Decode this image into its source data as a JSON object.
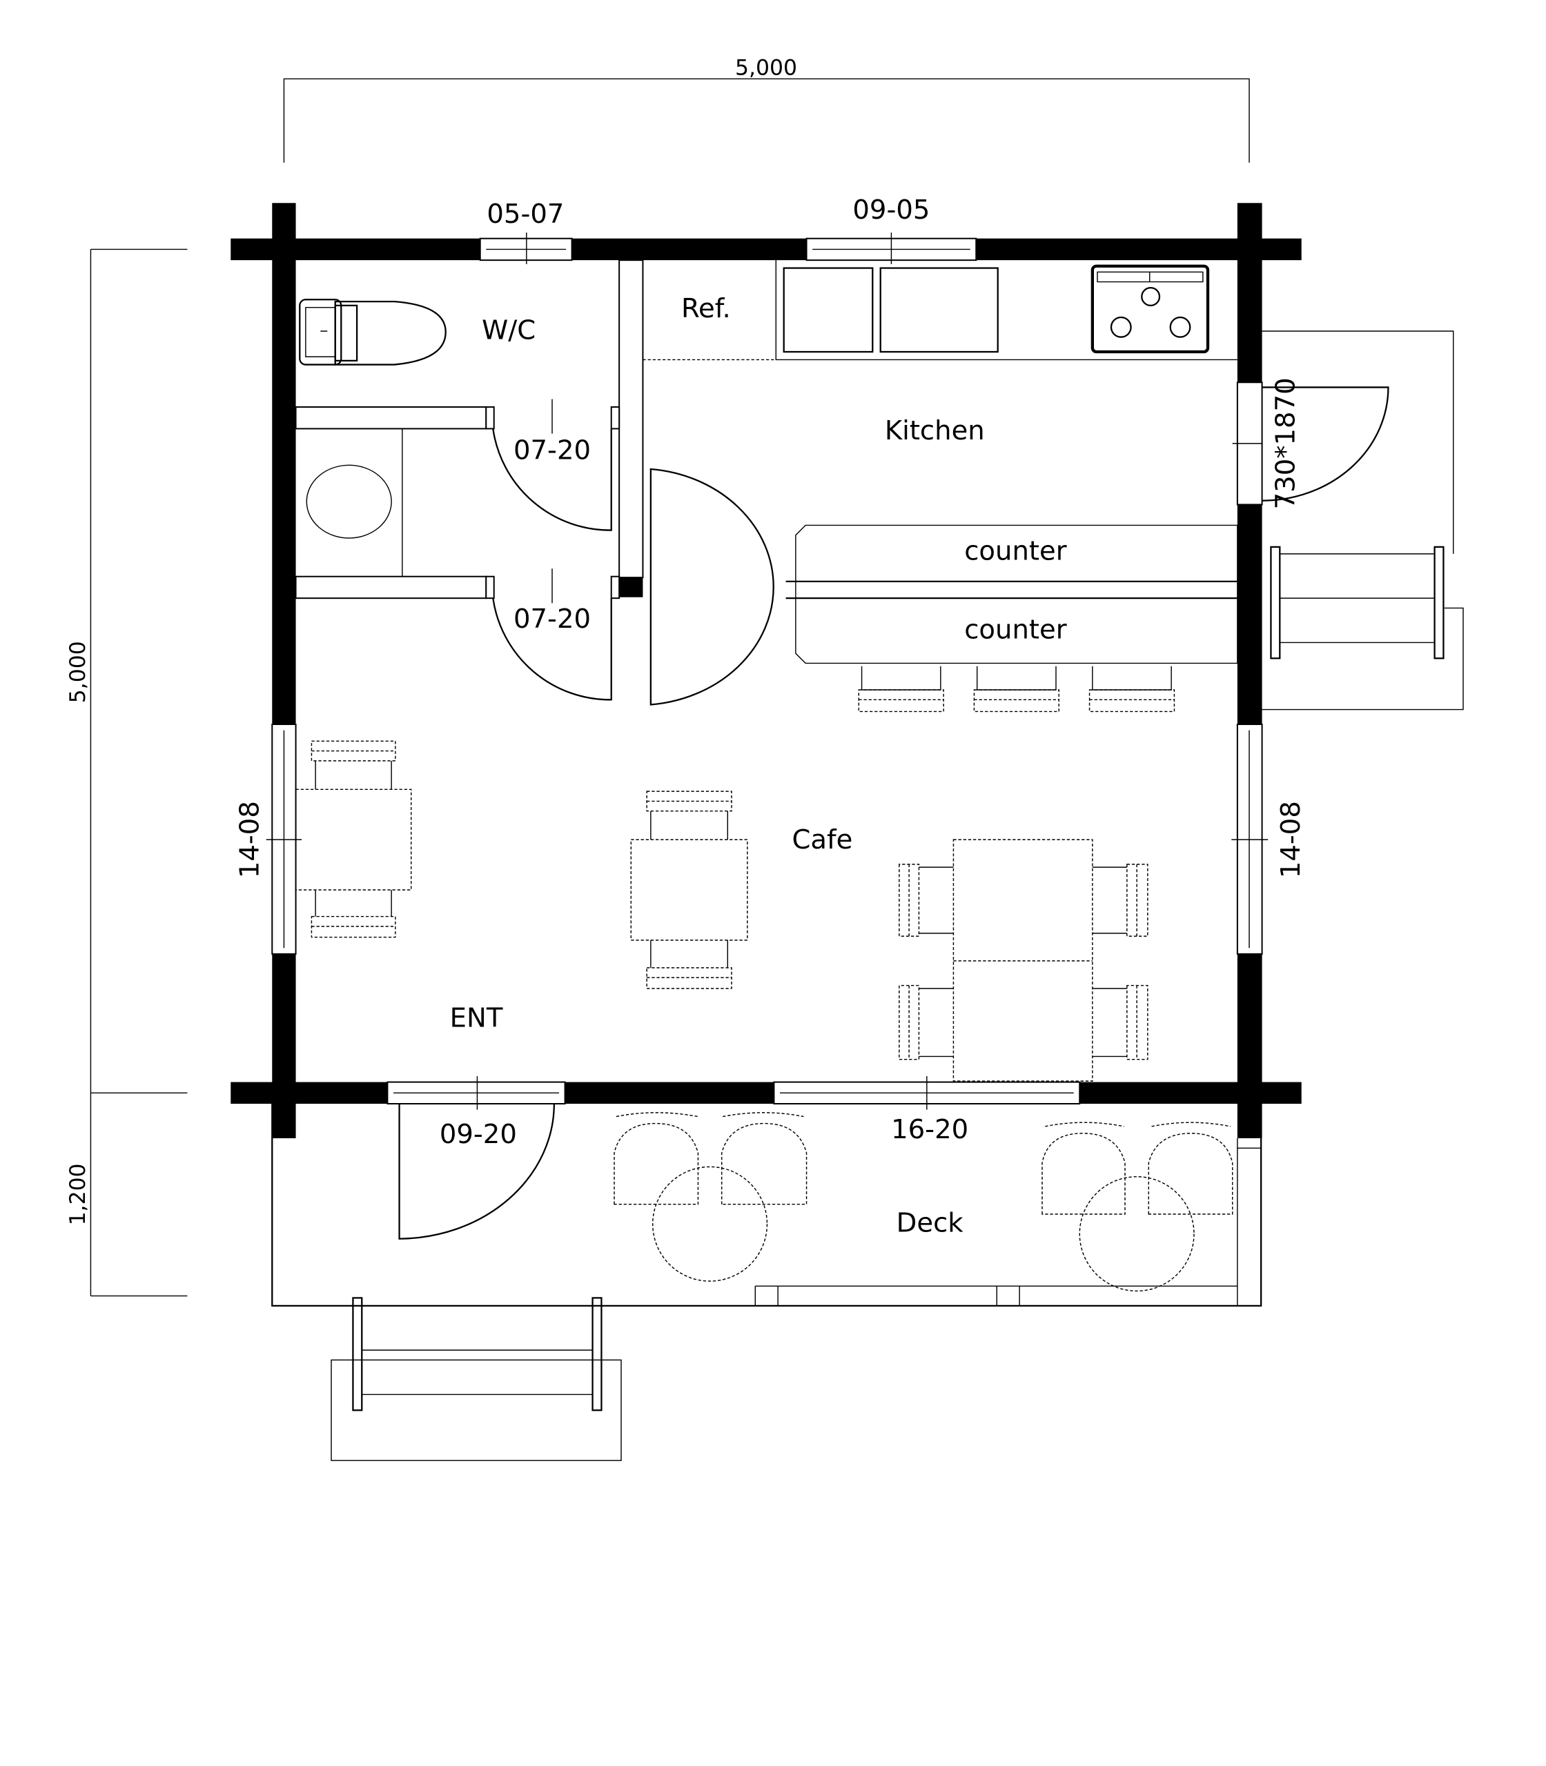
{
  "dimensions": {
    "top_width": "5,000",
    "left_height": "5,000",
    "deck_depth": "1,200"
  },
  "rooms": {
    "wc": "W/C",
    "ref": "Ref.",
    "kitchen": "Kitchen",
    "counter_top": "counter",
    "counter_bottom": "counter",
    "cafe": "Cafe",
    "entrance": "ENT",
    "deck": "Deck"
  },
  "openings": {
    "window_top_left": "05-07",
    "window_top_kitchen": "09-05",
    "door_wc_1": "07-20",
    "door_wc_2": "07-20",
    "door_kitchen_side": "730*1870",
    "window_left": "14-08",
    "window_right": "14-08",
    "door_entrance": "09-20",
    "window_front": "16-20"
  },
  "colors": {
    "wall": "#000000",
    "background": "#ffffff"
  }
}
